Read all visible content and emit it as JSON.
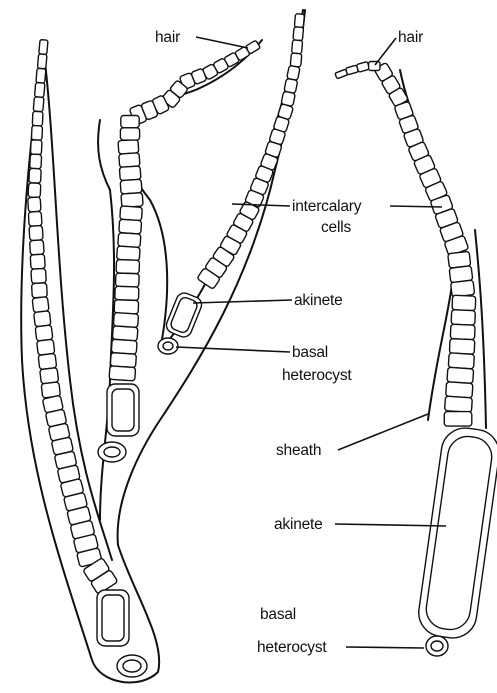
{
  "figure": {
    "labels": {
      "hair_left": "hair",
      "hair_right": "hair",
      "intercalary_1": "intercalary",
      "intercalary_2": "cells",
      "akinete_upper": "akinete",
      "basal_heterocyst_upper_1": "basal",
      "basal_heterocyst_upper_2": "heterocyst",
      "sheath": "sheath",
      "akinete_lower": "akinete",
      "basal_heterocyst_lower_1": "basal",
      "basal_heterocyst_lower_2": "heterocyst"
    },
    "colors": {
      "ink": "#111111",
      "background": "#ffffff"
    }
  }
}
